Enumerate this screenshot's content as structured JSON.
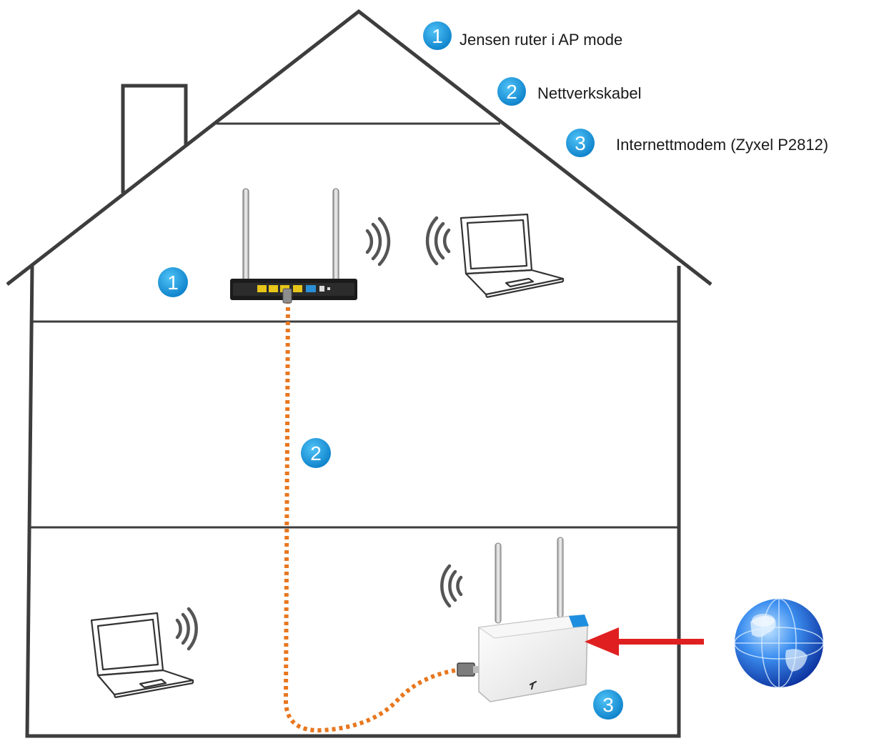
{
  "legend": [
    {
      "number": "1",
      "label": "Jensen ruter i AP mode"
    },
    {
      "number": "2",
      "label": "Nettverkskabel"
    },
    {
      "number": "3",
      "label": "Internettmodem (Zyxel P2812)"
    }
  ],
  "markers": {
    "router": "1",
    "cable": "2",
    "modem": "3"
  },
  "colors": {
    "badge": "#1a9be0",
    "cable": "#e8771f",
    "arrow": "#e02020",
    "house_outline": "#3d3d3d",
    "globe": "#1f6fd6"
  },
  "icons": [
    "router-icon",
    "laptop-icon",
    "wifi-waves-icon",
    "modem-icon",
    "globe-icon",
    "arrow-icon"
  ]
}
